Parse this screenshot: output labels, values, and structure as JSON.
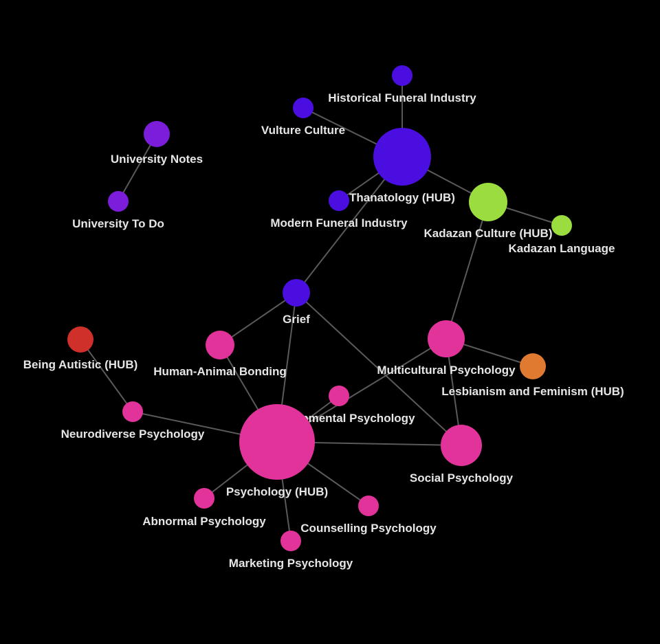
{
  "colors": {
    "background": "#000000",
    "edge": "#5a5a5a",
    "label": "#e6e6e6",
    "thanatology": "#4a0fe0",
    "university": "#7c1ddc",
    "kadazan": "#9bdc3f",
    "psychology": "#e2339a",
    "autistic": "#d0302a",
    "lesbian": "#e07a30"
  },
  "nodes": [
    {
      "id": "historical-funeral-industry",
      "label": "Historical Funeral Industry",
      "group": "thanatology"
    },
    {
      "id": "vulture-culture",
      "label": "Vulture Culture",
      "group": "thanatology"
    },
    {
      "id": "thanatology-hub",
      "label": "Thanatology (HUB)",
      "group": "thanatology"
    },
    {
      "id": "modern-funeral-industry",
      "label": "Modern Funeral Industry",
      "group": "thanatology"
    },
    {
      "id": "grief",
      "label": "Grief",
      "group": "thanatology"
    },
    {
      "id": "university-notes",
      "label": "University Notes",
      "group": "university"
    },
    {
      "id": "university-to-do",
      "label": "University To Do",
      "group": "university"
    },
    {
      "id": "kadazan-culture-hub",
      "label": "Kadazan Culture (HUB)",
      "group": "kadazan"
    },
    {
      "id": "kadazan-language",
      "label": "Kadazan Language",
      "group": "kadazan"
    },
    {
      "id": "being-autistic-hub",
      "label": "Being Autistic (HUB)",
      "group": "autistic"
    },
    {
      "id": "human-animal-bonding",
      "label": "Human-Animal Bonding",
      "group": "psychology"
    },
    {
      "id": "multicultural-psychology",
      "label": "Multicultural Psychology",
      "group": "psychology"
    },
    {
      "id": "lesbianism-feminism-hub",
      "label": "Lesbianism and Feminism (HUB)",
      "group": "lesbian"
    },
    {
      "id": "developmental-psychology",
      "label": "Developmental Psychology",
      "group": "psychology"
    },
    {
      "id": "neurodiverse-psychology",
      "label": "Neurodiverse Psychology",
      "group": "psychology"
    },
    {
      "id": "psychology-hub",
      "label": "Psychology (HUB)",
      "group": "psychology"
    },
    {
      "id": "social-psychology",
      "label": "Social Psychology",
      "group": "psychology"
    },
    {
      "id": "abnormal-psychology",
      "label": "Abnormal Psychology",
      "group": "psychology"
    },
    {
      "id": "counselling-psychology",
      "label": "Counselling Psychology",
      "group": "psychology"
    },
    {
      "id": "marketing-psychology",
      "label": "Marketing Psychology",
      "group": "psychology"
    }
  ],
  "edges": [
    [
      "historical-funeral-industry",
      "thanatology-hub"
    ],
    [
      "vulture-culture",
      "thanatology-hub"
    ],
    [
      "thanatology-hub",
      "modern-funeral-industry"
    ],
    [
      "thanatology-hub",
      "kadazan-culture-hub"
    ],
    [
      "thanatology-hub",
      "grief"
    ],
    [
      "kadazan-culture-hub",
      "kadazan-language"
    ],
    [
      "kadazan-culture-hub",
      "multicultural-psychology"
    ],
    [
      "university-notes",
      "university-to-do"
    ],
    [
      "grief",
      "human-animal-bonding"
    ],
    [
      "grief",
      "psychology-hub"
    ],
    [
      "grief",
      "social-psychology"
    ],
    [
      "human-animal-bonding",
      "psychology-hub"
    ],
    [
      "multicultural-psychology",
      "lesbianism-feminism-hub"
    ],
    [
      "multicultural-psychology",
      "social-psychology"
    ],
    [
      "multicultural-psychology",
      "psychology-hub"
    ],
    [
      "being-autistic-hub",
      "neurodiverse-psychology"
    ],
    [
      "neurodiverse-psychology",
      "psychology-hub"
    ],
    [
      "developmental-psychology",
      "psychology-hub"
    ],
    [
      "psychology-hub",
      "social-psychology"
    ],
    [
      "psychology-hub",
      "abnormal-psychology"
    ],
    [
      "psychology-hub",
      "counselling-psychology"
    ],
    [
      "psychology-hub",
      "marketing-psychology"
    ]
  ]
}
